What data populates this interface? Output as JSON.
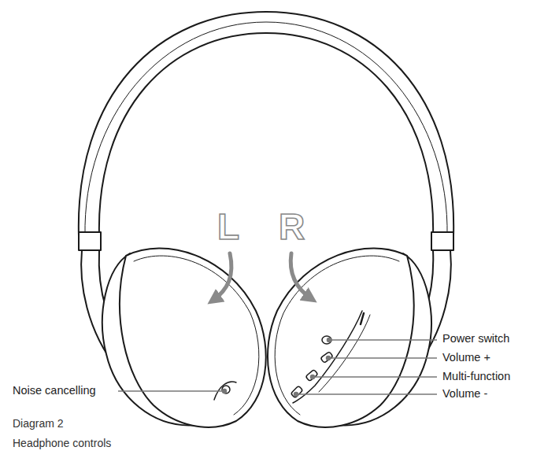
{
  "diagram": {
    "labels": [
      "L",
      "R",
      "Power switch",
      "Volume +",
      "Multi-function",
      "Volume -",
      "Noise cancelling",
      "Diagram 2",
      "Headphone controls"
    ]
  }
}
